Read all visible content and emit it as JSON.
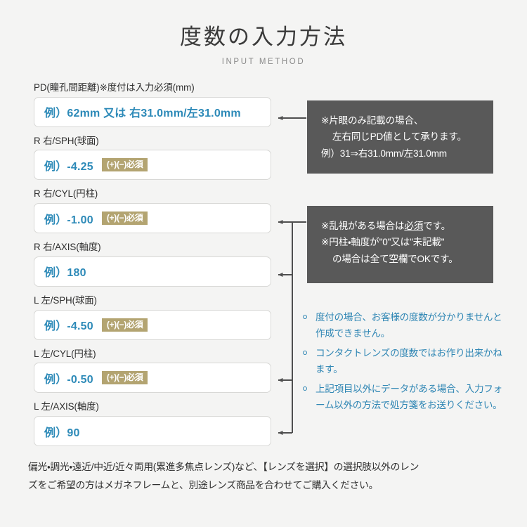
{
  "header": {
    "title_ja": "度数の入力方法",
    "title_en": "INPUT METHOD"
  },
  "colors": {
    "page_background": "#f4f4f3",
    "placeholder_blue": "#2d8ab8",
    "required_badge": "#b3a471",
    "note_box_gray": "#595959",
    "connector_line": "#4f4f4f",
    "input_border": "#d8d8d6",
    "text_dark": "#2f2f2f"
  },
  "form": {
    "fields": [
      {
        "id": "pd",
        "label": "PD(瞳孔間距離)※度付は入力必須(mm)",
        "placeholder": "例）62mm 又は 右31.0mm/左31.0mm",
        "badge": null
      },
      {
        "id": "r-sph",
        "label": "R 右/SPH(球面)",
        "placeholder": "例）-4.25",
        "badge": "(+)(−)必須"
      },
      {
        "id": "r-cyl",
        "label": "R 右/CYL(円柱)",
        "placeholder": "例）-1.00",
        "badge": "(+)(−)必須"
      },
      {
        "id": "r-axis",
        "label": "R 右/AXIS(軸度)",
        "placeholder": "例）180",
        "badge": null
      },
      {
        "id": "l-sph",
        "label": "L 左/SPH(球面)",
        "placeholder": "例）-4.50",
        "badge": "(+)(−)必須"
      },
      {
        "id": "l-cyl",
        "label": "L 左/CYL(円柱)",
        "placeholder": "例）-0.50",
        "badge": "(+)(−)必須"
      },
      {
        "id": "l-axis",
        "label": "L 左/AXIS(軸度)",
        "placeholder": "例）90",
        "badge": null
      }
    ]
  },
  "notes": {
    "pd_note": {
      "line1": "※片眼のみ記載の場合、",
      "line2": "左右同じPD値として承ります。",
      "line3": "例）31⇒右31.0mm/左31.0mm"
    },
    "cyl_note": {
      "line1_pre": "※乱視がある場合は",
      "line1_underline": "必須",
      "line1_post": "です。",
      "line2": "※円柱・軸度が\"0\"又は\"未記載\"",
      "line3": "の場合は全て空欄でOKです。"
    }
  },
  "bullets": [
    "度付の場合、お客様の度数が分かりませんと作成できません。",
    "コンタクトレンズの度数ではお作り出来かねます。",
    "上記項目以外にデータがある場合、入力フォーム以外の方法で処方箋をお送りください。"
  ],
  "footer": {
    "line1": "偏光・調光・遠近/中近/近々両用(累進多焦点レンズ)など、【レンズを選択】の選択肢以外のレン",
    "line2": "ズをご希望の方はメガネフレームと、別途レンズ商品を合わせてご購入ください。"
  }
}
